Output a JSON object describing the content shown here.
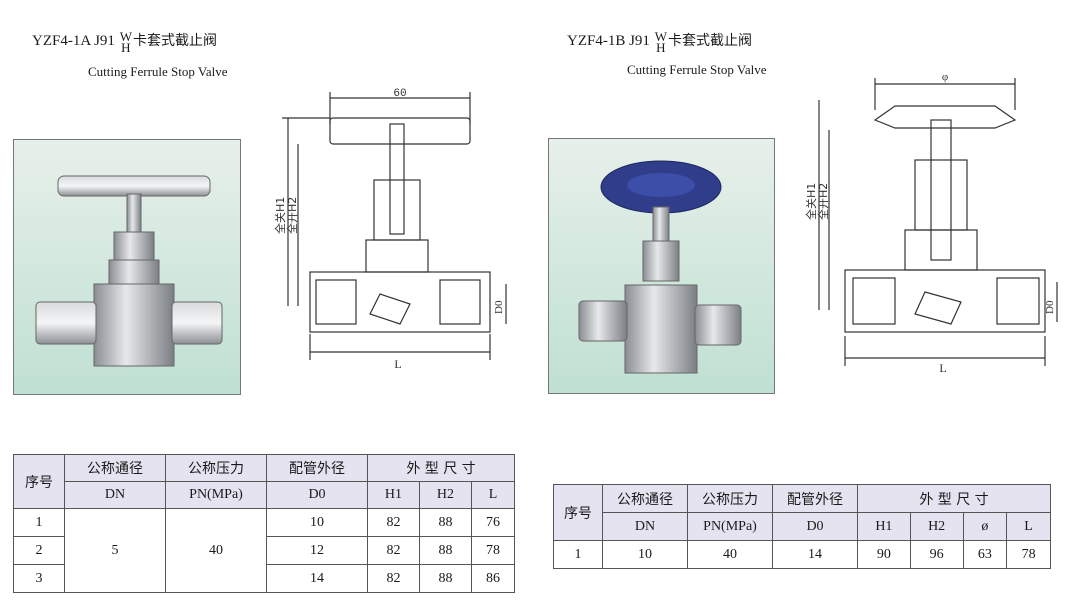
{
  "left": {
    "model": "YZF4-1A J91",
    "wh_top": "W",
    "wh_bottom": "H",
    "name_cn": "卡套式截止阀",
    "name_en": "Cutting Ferrule Stop Valve",
    "dim_width": "60",
    "dim_h1": "全关H1",
    "dim_h2": "全开H2",
    "dim_do": "D0",
    "dim_l": "L",
    "table": {
      "col_seq": "序号",
      "col_dn": "公称通径",
      "col_dn_sym": "DN",
      "col_pn": "公称压力",
      "col_pn_sym": "PN(MPa)",
      "col_od": "配管外径",
      "col_od_sym": "D0",
      "col_dims": "外 型 尺 寸",
      "dim_h1": "H1",
      "dim_h2": "H2",
      "dim_l": "L",
      "dn_value": "5",
      "pn_value": "40",
      "rows": [
        {
          "seq": "1",
          "od": "10",
          "h1": "82",
          "h2": "88",
          "l": "76"
        },
        {
          "seq": "2",
          "od": "12",
          "h1": "82",
          "h2": "88",
          "l": "78"
        },
        {
          "seq": "3",
          "od": "14",
          "h1": "82",
          "h2": "88",
          "l": "86"
        }
      ]
    }
  },
  "right": {
    "model": "YZF4-1B J91",
    "wh_top": "W",
    "wh_bottom": "H",
    "name_cn": "卡套式截止阀",
    "name_en": "Cutting Ferrule Stop Valve",
    "dim_phi": "φ",
    "dim_h1": "全关H1",
    "dim_h2": "全开H2",
    "dim_do": "D0",
    "dim_l": "L",
    "table": {
      "col_seq": "序号",
      "col_dn": "公称通径",
      "col_dn_sym": "DN",
      "col_pn": "公称压力",
      "col_pn_sym": "PN(MPa)",
      "col_od": "配管外径",
      "col_od_sym": "D0",
      "col_dims": "外 型 尺 寸",
      "dim_h1": "H1",
      "dim_h2": "H2",
      "dim_phi": "ø",
      "dim_l": "L",
      "rows": [
        {
          "seq": "1",
          "dn": "10",
          "pn": "40",
          "od": "14",
          "h1": "90",
          "h2": "96",
          "phi": "63",
          "l": "78"
        }
      ]
    }
  },
  "colors": {
    "header_bg": "#e6e3f0",
    "photo_bg_top": "#e7f0ea",
    "photo_bg_bottom": "#bfe0d2"
  }
}
